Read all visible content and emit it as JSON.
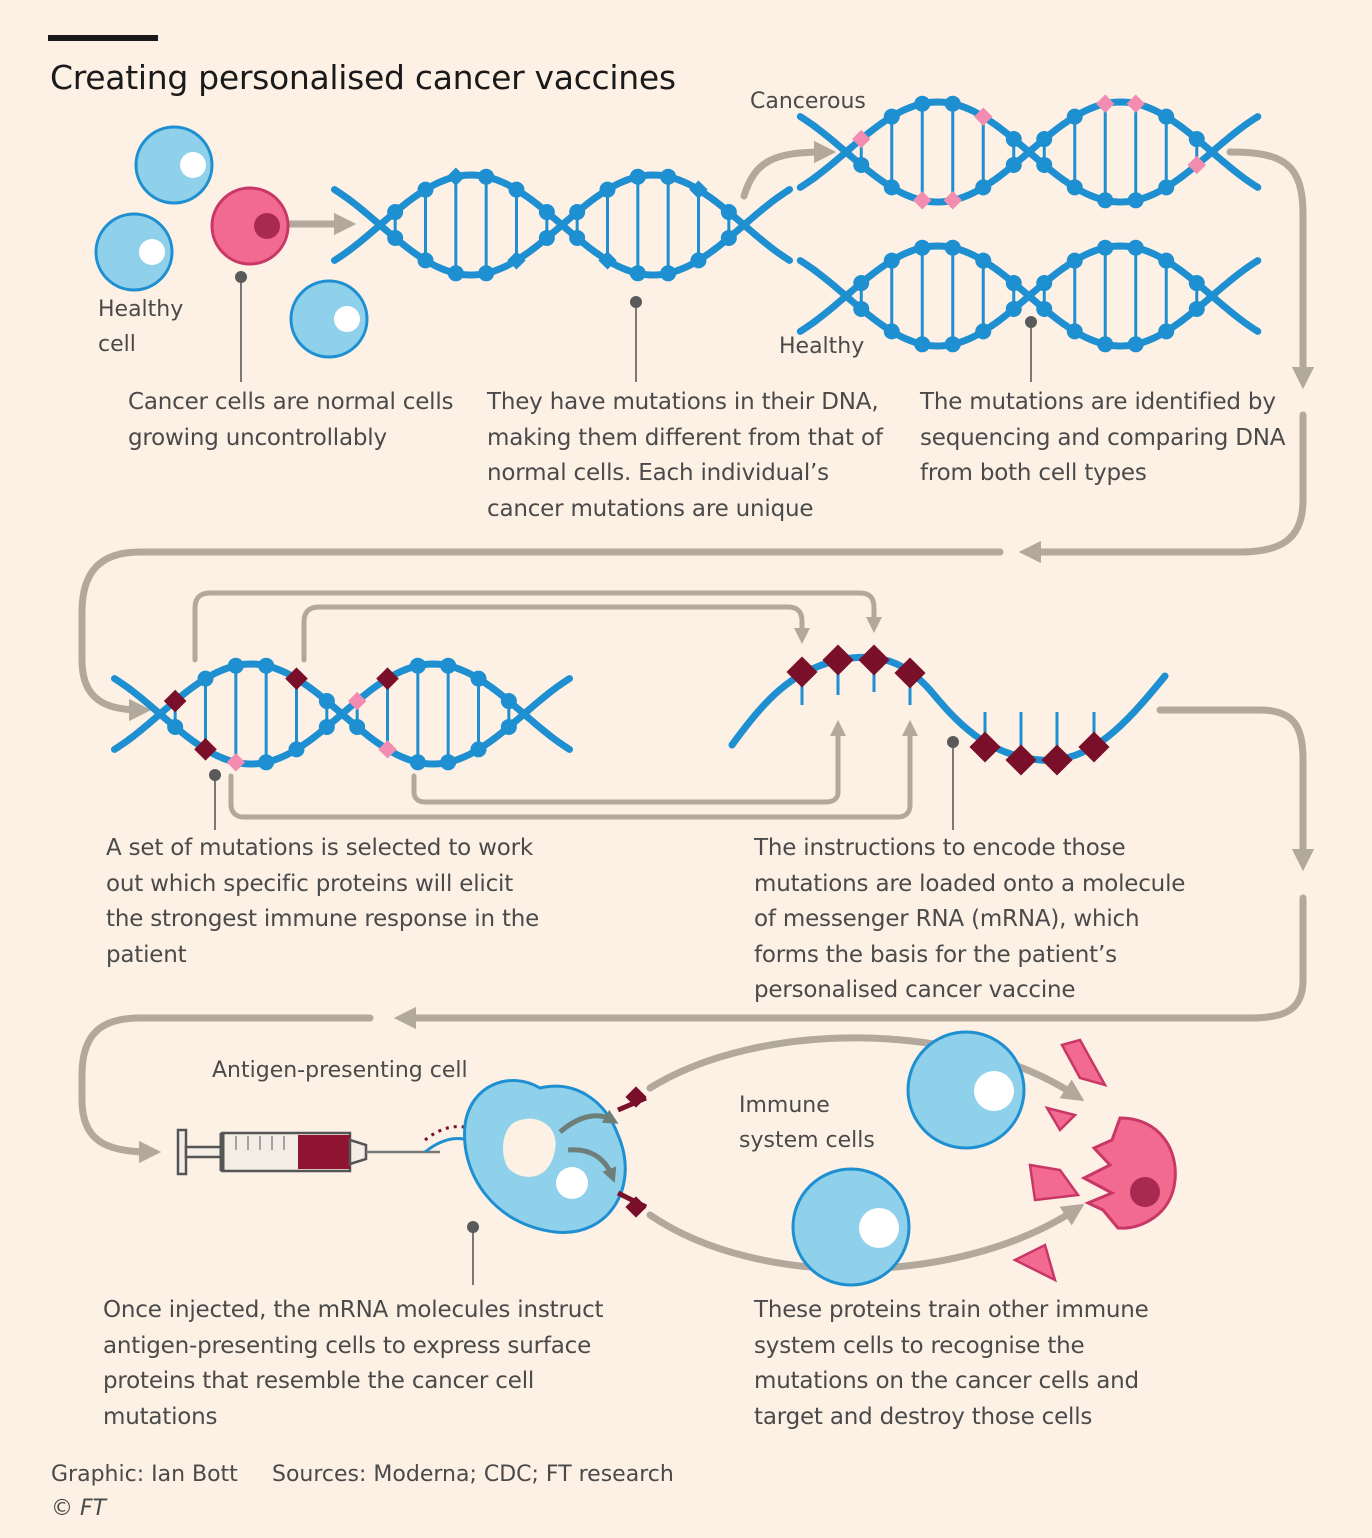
{
  "title": "Creating personalised cancer vaccines",
  "labels": {
    "healthy_cell": [
      "Healthy",
      "cell"
    ],
    "cancerous": "Cancerous",
    "healthy": "Healthy",
    "antigen_presenting_cell": "Antigen-presenting cell",
    "immune_system_cells": [
      "Immune",
      "system cells"
    ]
  },
  "steps": [
    {
      "lines": [
        "Cancer cells are normal cells",
        "growing uncontrollably"
      ]
    },
    {
      "lines": [
        "They have mutations in their DNA,",
        "making them different from that of",
        "normal cells. Each individual’s",
        "cancer mutations are unique"
      ]
    },
    {
      "lines": [
        "The mutations are identified by",
        "sequencing and comparing DNA",
        "from both cell types"
      ]
    },
    {
      "lines": [
        "A set of mutations is selected to work",
        "out which specific proteins will elicit",
        "the strongest immune response in the",
        "patient"
      ]
    },
    {
      "lines": [
        "The instructions to encode those",
        "mutations are loaded onto a molecule",
        "of messenger RNA (mRNA), which",
        "forms the basis for the patient’s",
        "personalised cancer vaccine"
      ]
    },
    {
      "lines": [
        "Once injected, the mRNA molecules instruct",
        "antigen-presenting cells to express surface",
        "proteins that resemble the cancer cell",
        "mutations"
      ]
    },
    {
      "lines": [
        "These proteins train other immune",
        "system cells to recognise the",
        "mutations on the cancer cells and",
        "target and destroy those cells"
      ]
    }
  ],
  "footer": {
    "graphic": "Graphic: Ian Bott",
    "sources": "Sources: Moderna; CDC; FT research",
    "copyright": "© FT"
  },
  "colors": {
    "background": "#fdf1e6",
    "dna_blue": "#1e8fd0",
    "cell_blue": "#8fd0ea",
    "cell_pink": "#f26a90",
    "mutation_pink": "#f28cb0",
    "mutation_dark": "#7a0f2a",
    "arrow": "#b2a89c"
  },
  "icons": [
    "syringe-icon",
    "dna-helix-icon",
    "mrna-strand-icon",
    "antigen-presenting-cell-icon",
    "immune-cell-icon",
    "cancer-cell-icon"
  ]
}
